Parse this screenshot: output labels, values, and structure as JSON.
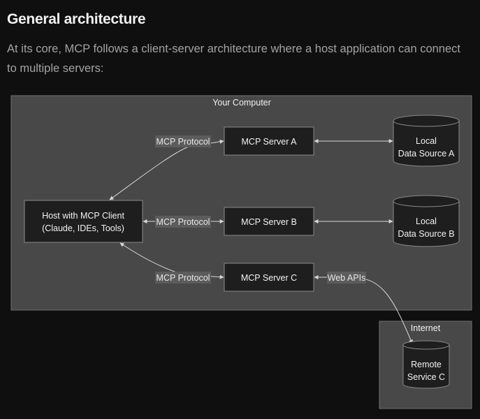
{
  "section": {
    "title": "General architecture",
    "intro": "At its core, MCP follows a client-server architecture where a host application can connect to multiple servers:"
  },
  "diagram": {
    "group_your_computer": "Your Computer",
    "group_internet": "Internet",
    "host": {
      "line1": "Host with MCP Client",
      "line2": "(Claude, IDEs, Tools)"
    },
    "server_a": "MCP Server A",
    "server_b": "MCP Server B",
    "server_c": "MCP Server C",
    "source_a": {
      "line1": "Local",
      "line2": "Data Source A"
    },
    "source_b": {
      "line1": "Local",
      "line2": "Data Source B"
    },
    "remote_c": {
      "line1": "Remote",
      "line2": "Service C"
    },
    "edge_a": "MCP Protocol",
    "edge_b": "MCP Protocol",
    "edge_c": "MCP Protocol",
    "edge_web": "Web APIs"
  }
}
